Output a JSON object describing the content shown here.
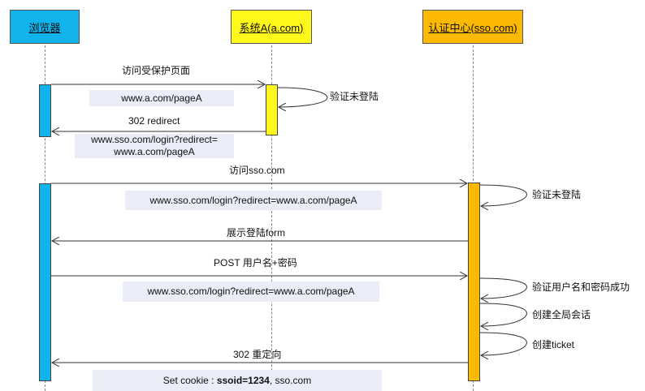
{
  "actors": {
    "browser": {
      "label": "浏览器",
      "color": "#11b3ec"
    },
    "system_a": {
      "label": "系统A(a.com)",
      "color": "#fff81a"
    },
    "sso": {
      "label": "认证中心(sso.com)",
      "color": "#fcb901"
    }
  },
  "messages": {
    "m1": "访问受保护页面",
    "m1_note": "www.a.com/pageA",
    "m1_self": "验证未登陆",
    "m2": "302 redirect",
    "m2_note_line1": "www.sso.com/login?redirect=",
    "m2_note_line2": "www.a.com/pageA",
    "m3": "访问sso.com",
    "m3_note": "www.sso.com/login?redirect=www.a.com/pageA",
    "m3_self": "验证未登陆",
    "m4": "展示登陆form",
    "m5": "POST 用户名+密码",
    "m5_note": "www.sso.com/login?redirect=www.a.com/pageA",
    "m5_self1": "验证用户名和密码成功",
    "m5_self2": "创建全局会话",
    "m5_self3": "创建ticket",
    "m6": "302 重定向",
    "m6_note_prefix": "Set cookie : ",
    "m6_note_bold": "ssoid=1234",
    "m6_note_suffix": ", sso.com"
  }
}
